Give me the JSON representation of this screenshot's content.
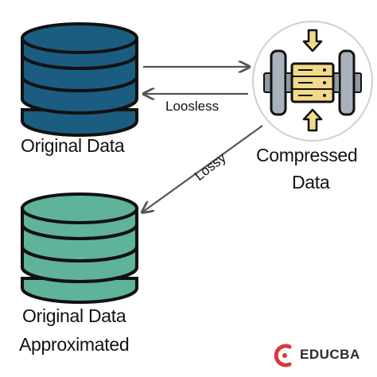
{
  "labels": {
    "original": "Original Data",
    "approx_line1": "Original Data",
    "approx_line2": "Approximated",
    "compressed_line1": "Compressed",
    "compressed_line2": "Data",
    "lossless": "Loosless",
    "lossy": "Lossy"
  },
  "brand": {
    "name": "EDUCBA"
  },
  "colors": {
    "original_db": "#1b5d80",
    "approx_db": "#5fb39a",
    "compressed_core": "#f3d98a",
    "arrow": "#555555",
    "brand_accent": "#d63a3a"
  },
  "icons": {
    "original": "database-icon",
    "approx": "database-icon",
    "compressed": "compression-press-icon"
  }
}
